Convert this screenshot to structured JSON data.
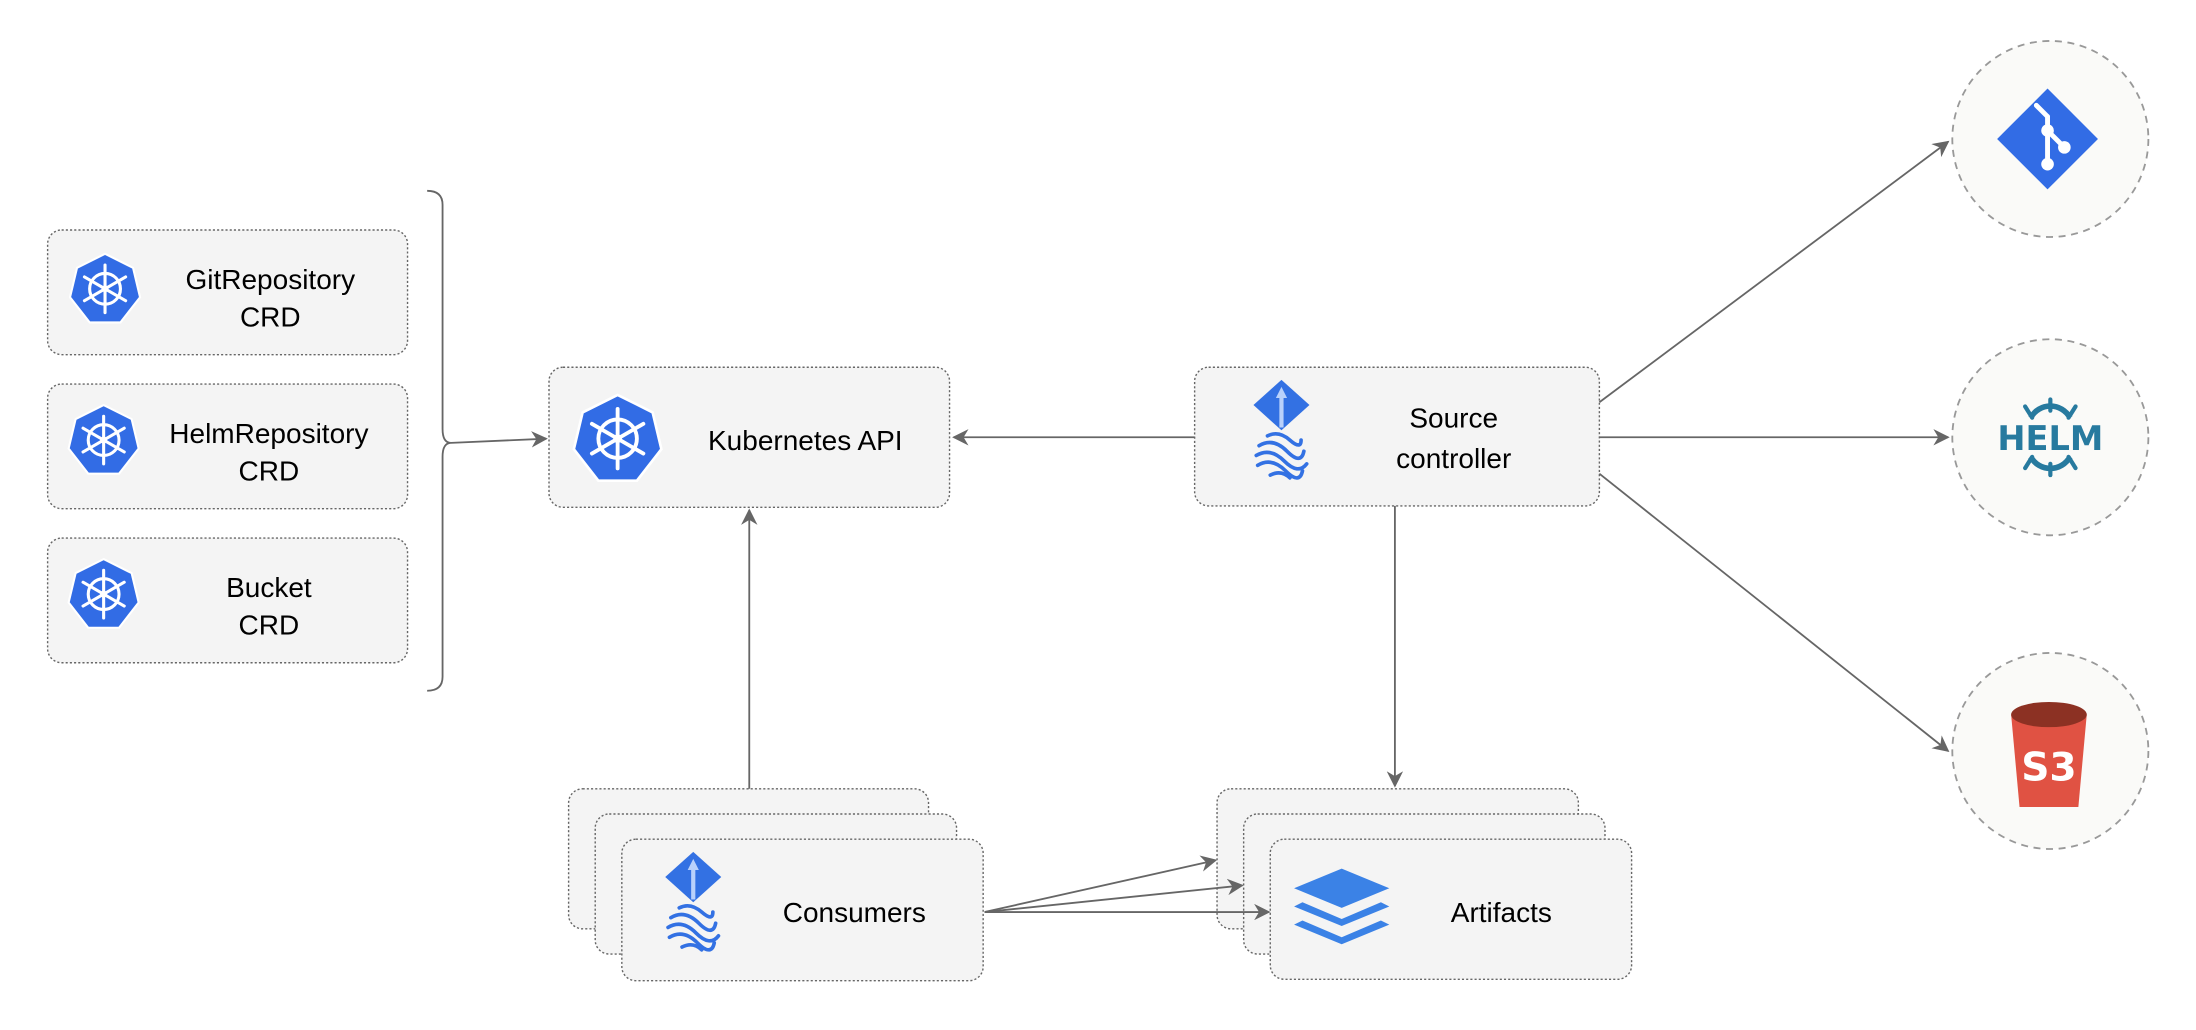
{
  "nodes": {
    "git_repository_crd": {
      "line1": "GitRepository",
      "line2": "CRD",
      "icon": "kubernetes-icon"
    },
    "helm_repository_crd": {
      "line1": "HelmRepository",
      "line2": "CRD",
      "icon": "kubernetes-icon"
    },
    "bucket_crd": {
      "line1": "Bucket",
      "line2": "CRD",
      "icon": "kubernetes-icon"
    },
    "kubernetes_api": {
      "label": "Kubernetes API",
      "icon": "kubernetes-icon"
    },
    "source_controller": {
      "line1": "Source",
      "line2": "controller",
      "icon": "flux-icon"
    },
    "consumers": {
      "label": "Consumers",
      "icon": "flux-icon"
    },
    "artifacts": {
      "label": "Artifacts",
      "icon": "layers-icon"
    },
    "git": {
      "icon": "git-icon"
    },
    "helm": {
      "label": "HELM",
      "icon": "helm-icon"
    },
    "s3": {
      "label": "S3",
      "icon": "s3-bucket-icon"
    }
  },
  "edges": [
    {
      "from": "crds",
      "to": "kubernetes_api"
    },
    {
      "from": "source_controller",
      "to": "kubernetes_api"
    },
    {
      "from": "consumers",
      "to": "kubernetes_api"
    },
    {
      "from": "source_controller",
      "to": "git"
    },
    {
      "from": "source_controller",
      "to": "helm"
    },
    {
      "from": "source_controller",
      "to": "s3"
    },
    {
      "from": "source_controller",
      "to": "artifacts"
    },
    {
      "from": "consumers",
      "to": "artifacts"
    }
  ],
  "colors": {
    "kubernetes": "#326ce5",
    "flux": "#3371e3",
    "git": "#326ce5",
    "helm": "#277a9f",
    "s3_body": "#e05243",
    "s3_top": "#8c3123",
    "edge": "#666666"
  }
}
